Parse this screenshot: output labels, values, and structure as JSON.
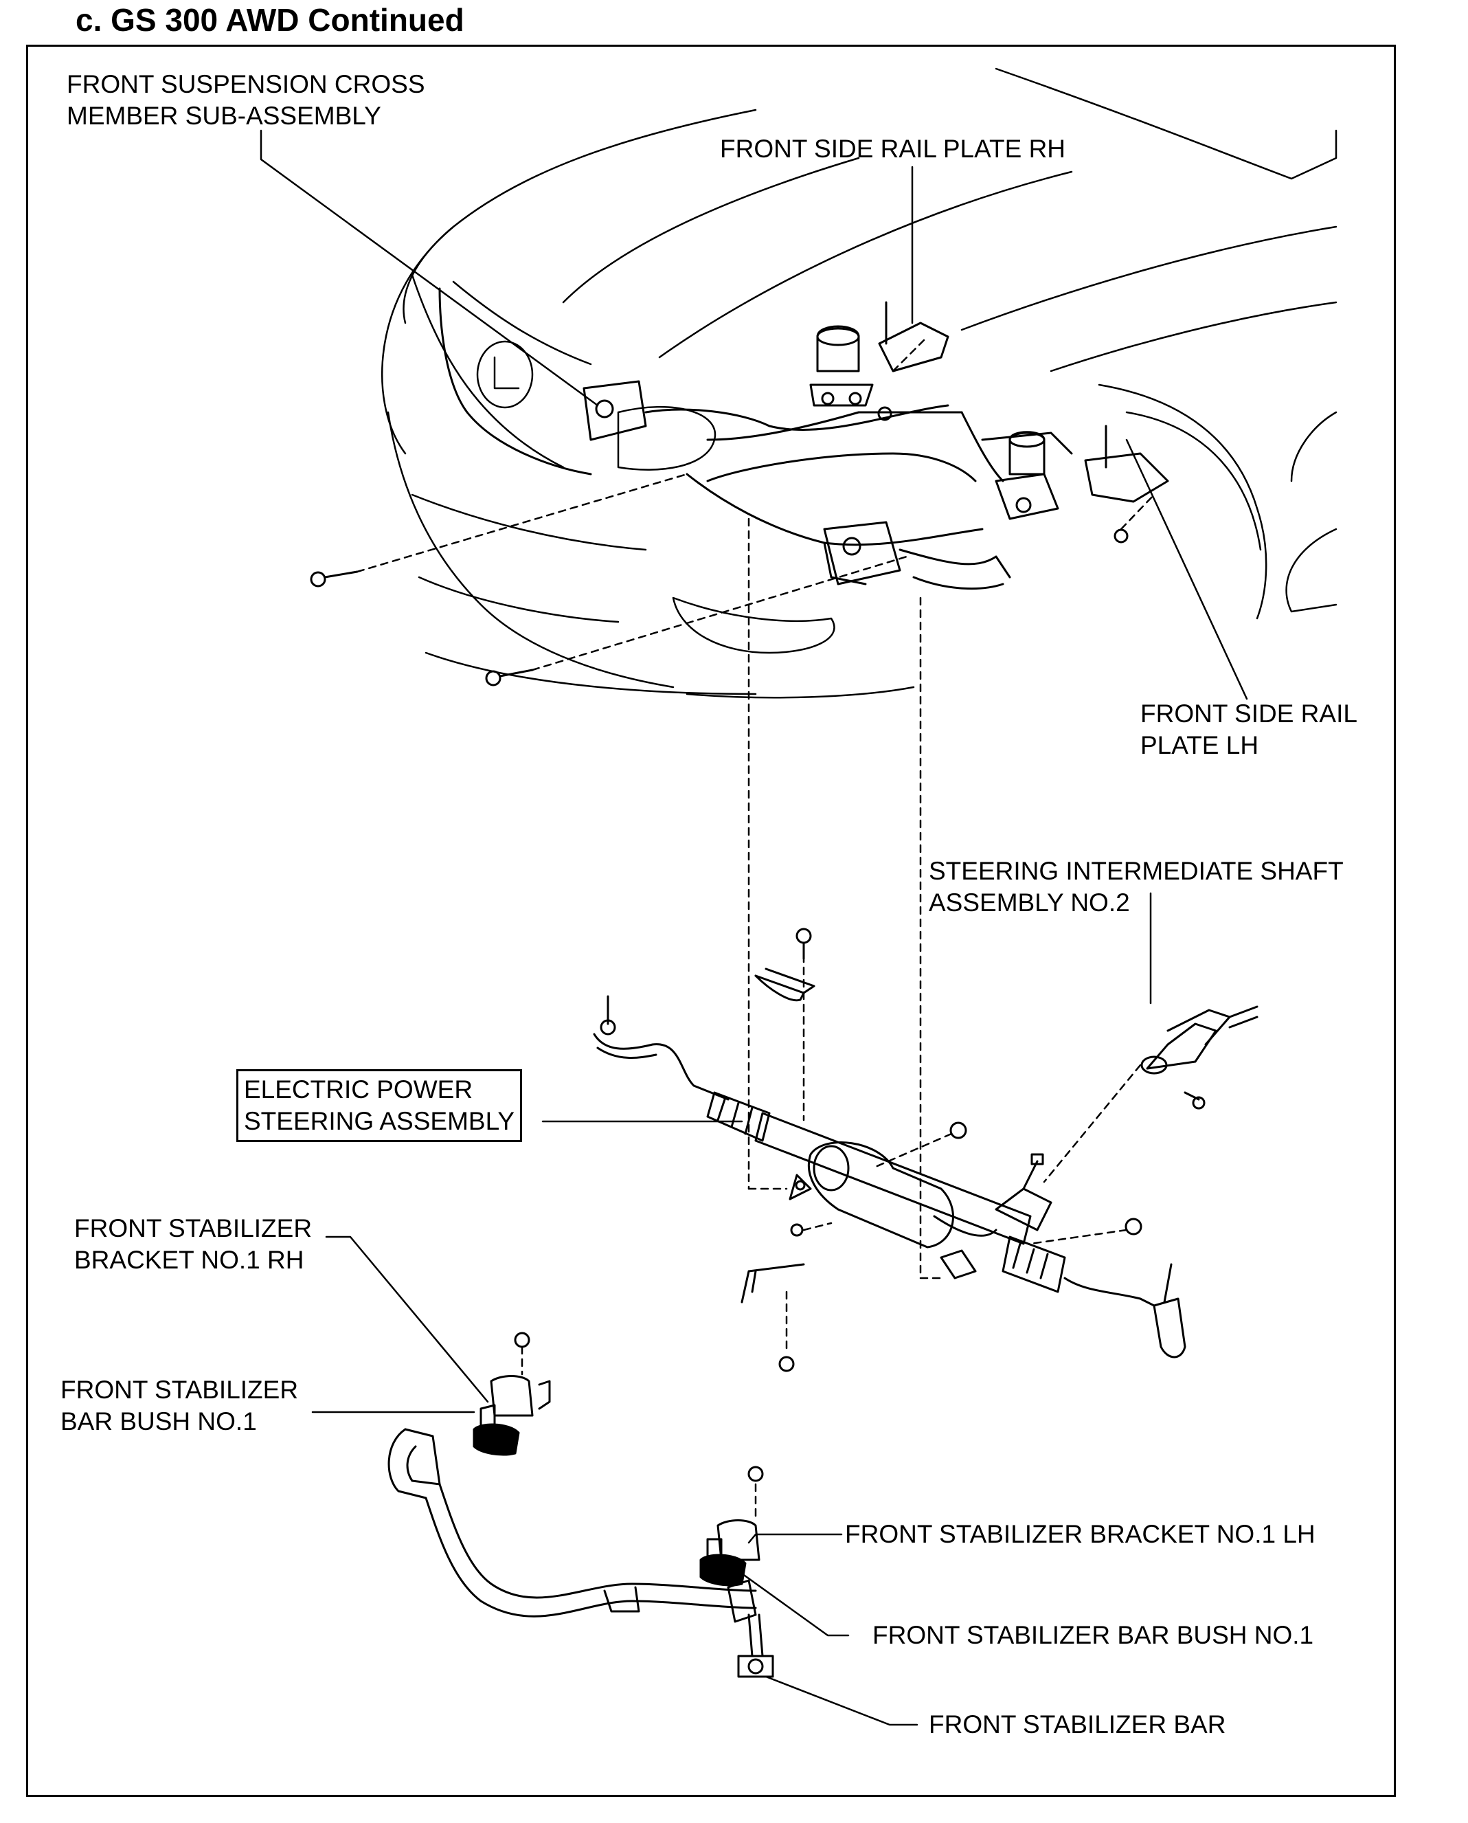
{
  "heading": "c.  GS 300 AWD Continued",
  "labels": {
    "cross_member": [
      "FRONT SUSPENSION CROSS",
      "MEMBER SUB-ASSEMBLY"
    ],
    "side_rail_rh": [
      "FRONT SIDE RAIL PLATE RH"
    ],
    "side_rail_lh": [
      "FRONT SIDE RAIL",
      "PLATE LH"
    ],
    "intermediate_shaft": [
      "STEERING INTERMEDIATE SHAFT",
      "ASSEMBLY NO.2"
    ],
    "eps_assembly": [
      "ELECTRIC  POWER",
      "STEERING ASSEMBLY"
    ],
    "stab_bracket_rh": [
      "FRONT STABILIZER",
      "BRACKET NO.1 RH"
    ],
    "stab_bush_rh": [
      "FRONT STABILIZER",
      "BAR BUSH NO.1"
    ],
    "stab_bracket_lh": [
      "FRONT STABILIZER BRACKET NO.1 LH"
    ],
    "stab_bush_lh": [
      "FRONT STABILIZER BAR BUSH NO.1"
    ],
    "stab_bar": [
      "FRONT STABILIZER BAR"
    ]
  }
}
